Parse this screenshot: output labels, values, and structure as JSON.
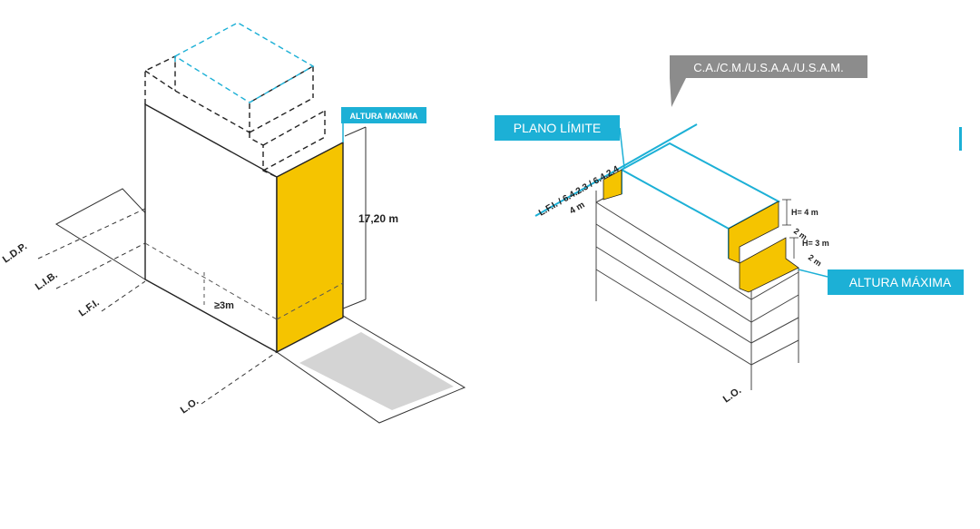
{
  "colors": {
    "accent": "#1cb0d6",
    "highlight": "#f5c400",
    "callout_gray": "#8c8c8c",
    "line": "#222222",
    "sidewalk": "#d4d4d4"
  },
  "left_diagram": {
    "callout": "ALTURA MAXIMA",
    "height_label": "17,20 m",
    "setback_label": "≥3m",
    "lines": {
      "ldp": "L.D.P.",
      "lib": "L.I.B.",
      "lfi": "L.F.I.",
      "lo": "L.O."
    }
  },
  "right_diagram": {
    "top_callout": "C.A./C.M./U.S.A.A./U.S.A.M.",
    "plano_callout": "PLANO LÍMITE",
    "altura_callout": "ALTURA MÁXIMA",
    "lfi_label": "L.F.I. / 6.4.2.3 / 6.4.2.4",
    "depth_label": "4 m",
    "h4_label": "H= 4 m",
    "step1_label": "2 m",
    "h3_label": "H= 3 m",
    "step2_label": "2 m",
    "lo_label": "L.O."
  }
}
